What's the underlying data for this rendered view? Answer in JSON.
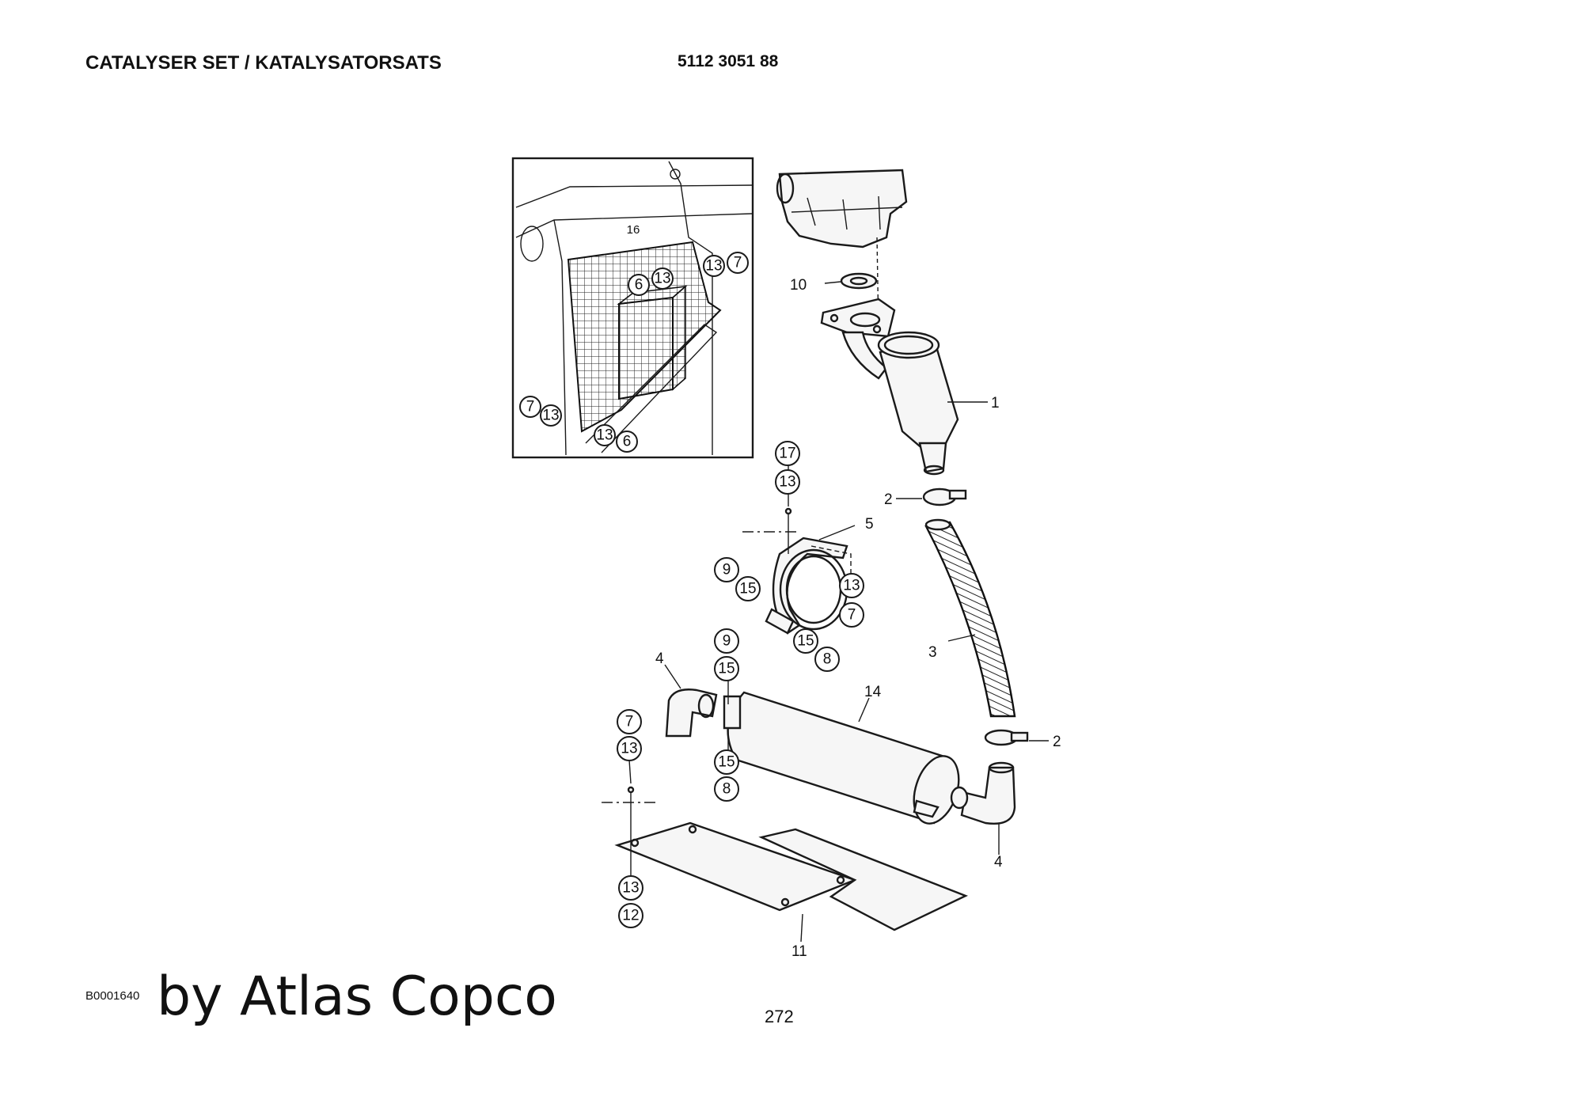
{
  "header": {
    "title": "CATALYSER SET / KATALYSATORSATS",
    "part_number": "5112 3051 88"
  },
  "footer": {
    "figure_code": "B0001640",
    "watermark": "by Atlas Copco",
    "page_number": "272"
  },
  "diagram": {
    "inset_callouts": [
      "16",
      "13",
      "7",
      "6",
      "13",
      "7",
      "13",
      "13",
      "6"
    ],
    "bracket_callouts": [
      "17",
      "13",
      "9",
      "15",
      "13",
      "7",
      "15",
      "8"
    ],
    "muffler_callouts": [
      "9",
      "15",
      "15",
      "8"
    ],
    "plate_callouts": [
      "7",
      "13",
      "13",
      "12"
    ],
    "part_labels": [
      "10",
      "1",
      "2",
      "5",
      "3",
      "4",
      "14",
      "2",
      "4",
      "11"
    ]
  }
}
